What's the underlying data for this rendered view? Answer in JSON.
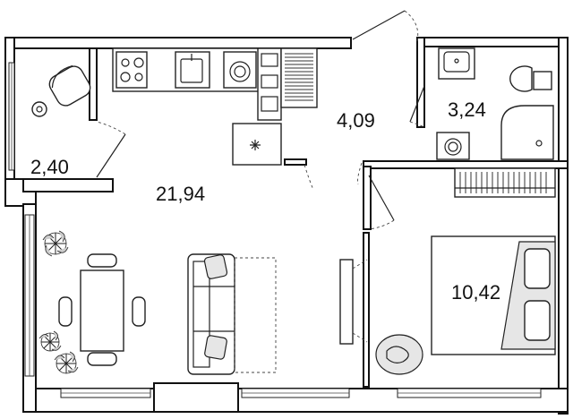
{
  "rooms": {
    "balcony": {
      "area": "2,40"
    },
    "living": {
      "area": "21,94"
    },
    "hallway": {
      "area": "4,09"
    },
    "bathroom": {
      "area": "3,24"
    },
    "bedroom": {
      "area": "10,42"
    }
  }
}
